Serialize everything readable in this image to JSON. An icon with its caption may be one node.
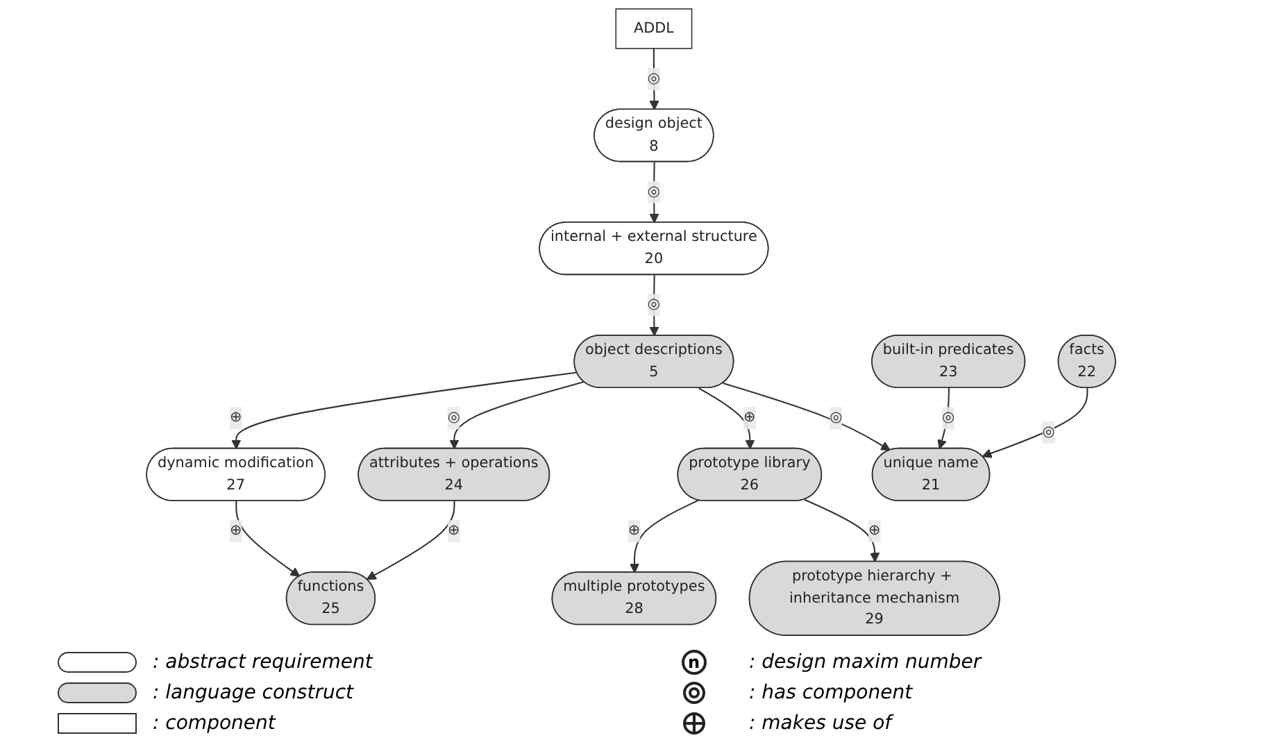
{
  "diagram": {
    "nodes": [
      {
        "text": [
          "ADDL"
        ]
      },
      {
        "text": [
          "design object",
          "8"
        ]
      },
      {
        "text": [
          "internal + external structure",
          "20"
        ]
      },
      {
        "text": [
          "multiple prototypes",
          "28"
        ]
      },
      {
        "text": [
          "prototype hierarchy + inheritance mechanism",
          "29"
        ]
      },
      {
        "text": [
          "dynamic modification",
          "27"
        ]
      },
      {
        "text": [
          "prototype library",
          "26"
        ]
      },
      {
        "text": [
          "built-in predicates",
          "23"
        ]
      },
      {
        "text": [
          "object descriptions",
          "5"
        ]
      },
      {
        "text": [
          "facts",
          "22"
        ]
      },
      {
        "text": [
          "attributes + operations",
          "24"
        ]
      },
      {
        "text": [
          "unique name",
          "21"
        ]
      },
      {
        "text": [
          "functions",
          "25"
        ]
      }
    ],
    "edges": [
      {
        "from": 0,
        "to": 1,
        "arrow": "to",
        "label": "◎"
      },
      {
        "from": 1,
        "to": 2,
        "arrow": "to",
        "label": "◎"
      },
      {
        "from": 2,
        "to": 8,
        "arrow": "to",
        "label": "◎"
      },
      {
        "from": 8,
        "to": 5,
        "arrow": "to",
        "label": "⊕"
      },
      {
        "from": 8,
        "to": 6,
        "arrow": "to",
        "label": "⊕"
      },
      {
        "from": 6,
        "to": 3,
        "arrow": "to",
        "label": "⊕"
      },
      {
        "from": 6,
        "to": 4,
        "arrow": "to",
        "label": "⊕"
      },
      {
        "from": 5,
        "to": 12,
        "arrow": "to",
        "label": "⊕"
      },
      {
        "from": 8,
        "to": 10,
        "arrow": "to",
        "label": "◎"
      },
      {
        "from": 10,
        "to": 12,
        "arrow": "to",
        "label": "⊕"
      },
      {
        "from": 8,
        "to": 11,
        "arrow": "to",
        "label": "◎"
      },
      {
        "from": 7,
        "to": 11,
        "arrow": "to",
        "label": "◎"
      },
      {
        "from": 9,
        "to": 11,
        "arrow": "to",
        "label": "◎"
      }
    ],
    "labels": [
      "n"
    ],
    "legend": [
      {
        "text": ": abstract requirement"
      },
      {
        "text": ": design maxim number"
      },
      {
        "text": ": language construct"
      },
      {
        "text": ": has component"
      },
      {
        "text": ": component"
      },
      {
        "text": ": makes use of"
      }
    ]
  }
}
